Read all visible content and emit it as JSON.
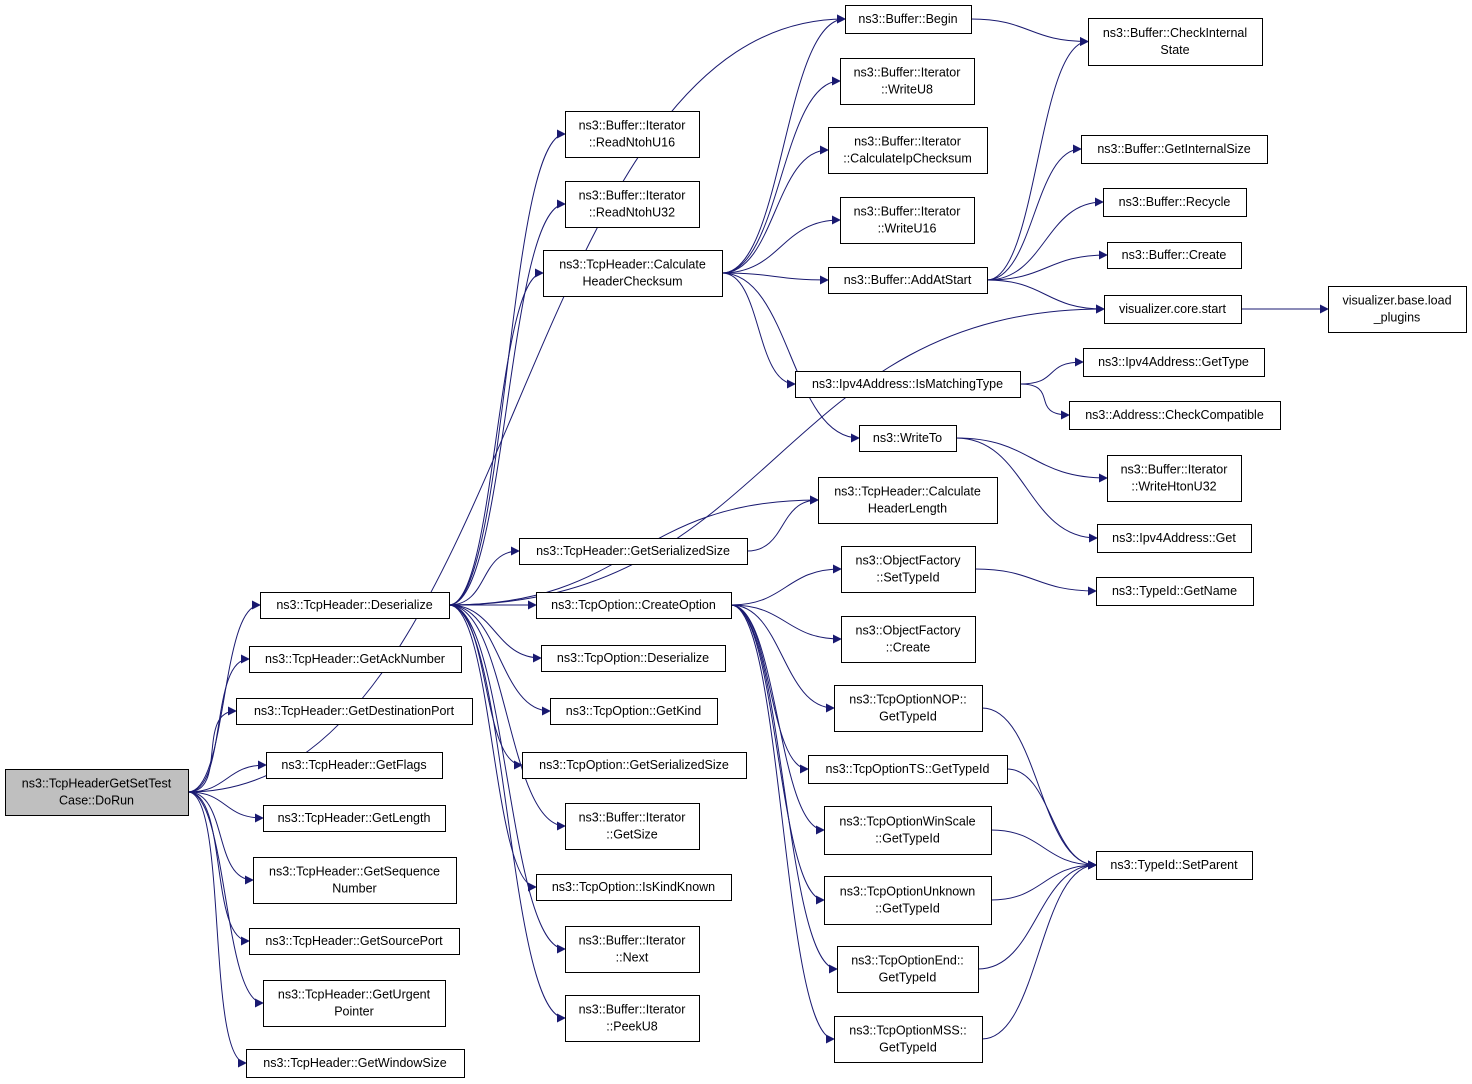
{
  "colors": {
    "edge": "#191970",
    "node_border": "#000000",
    "node_border_truncated": "#ff0000",
    "node_fill_root": "#bfbfbf",
    "node_fill": "#ffffff"
  },
  "nodes": [
    {
      "id": "dorun",
      "lines": [
        "ns3::TcpHeaderGetSetTest",
        "Case::DoRun"
      ],
      "root": true
    },
    {
      "id": "deserialize",
      "lines": [
        "ns3::TcpHeader::Deserialize"
      ]
    },
    {
      "id": "getacknumber",
      "lines": [
        "ns3::TcpHeader::GetAckNumber"
      ]
    },
    {
      "id": "getdestport",
      "lines": [
        "ns3::TcpHeader::GetDestinationPort"
      ]
    },
    {
      "id": "getflags",
      "lines": [
        "ns3::TcpHeader::GetFlags"
      ]
    },
    {
      "id": "getlength",
      "lines": [
        "ns3::TcpHeader::GetLength"
      ]
    },
    {
      "id": "getseqnum",
      "lines": [
        "ns3::TcpHeader::GetSequence",
        "Number"
      ]
    },
    {
      "id": "getsrcport",
      "lines": [
        "ns3::TcpHeader::GetSourcePort"
      ]
    },
    {
      "id": "geturgent",
      "lines": [
        "ns3::TcpHeader::GetUrgent",
        "Pointer"
      ]
    },
    {
      "id": "getwindowsize",
      "lines": [
        "ns3::TcpHeader::GetWindowSize"
      ]
    },
    {
      "id": "readntohu16",
      "lines": [
        "ns3::Buffer::Iterator",
        "::ReadNtohU16"
      ]
    },
    {
      "id": "readntohu32",
      "lines": [
        "ns3::Buffer::Iterator",
        "::ReadNtohU32"
      ]
    },
    {
      "id": "calchdrchecksum",
      "lines": [
        "ns3::TcpHeader::Calculate",
        "HeaderChecksum"
      ]
    },
    {
      "id": "getserializedsize",
      "lines": [
        "ns3::TcpHeader::GetSerializedSize"
      ]
    },
    {
      "id": "createoption",
      "lines": [
        "ns3::TcpOption::CreateOption"
      ]
    },
    {
      "id": "optdeserialize",
      "lines": [
        "ns3::TcpOption::Deserialize"
      ]
    },
    {
      "id": "optgetkind",
      "lines": [
        "ns3::TcpOption::GetKind"
      ]
    },
    {
      "id": "optgetsersize",
      "lines": [
        "ns3::TcpOption::GetSerializedSize"
      ]
    },
    {
      "id": "itergetsize",
      "lines": [
        "ns3::Buffer::Iterator",
        "::GetSize"
      ]
    },
    {
      "id": "iskindknown",
      "lines": [
        "ns3::TcpOption::IsKindKnown"
      ]
    },
    {
      "id": "iternext",
      "lines": [
        "ns3::Buffer::Iterator",
        "::Next"
      ]
    },
    {
      "id": "iterpeeku8",
      "lines": [
        "ns3::Buffer::Iterator",
        "::PeekU8"
      ]
    },
    {
      "id": "bufbegin",
      "lines": [
        "ns3::Buffer::Begin"
      ]
    },
    {
      "id": "writeu8",
      "lines": [
        "ns3::Buffer::Iterator",
        "::WriteU8"
      ]
    },
    {
      "id": "calcipchecksum",
      "lines": [
        "ns3::Buffer::Iterator",
        "::CalculateIpChecksum"
      ]
    },
    {
      "id": "writeu16",
      "lines": [
        "ns3::Buffer::Iterator",
        "::WriteU16"
      ]
    },
    {
      "id": "addatstart",
      "lines": [
        "ns3::Buffer::AddAtStart"
      ]
    },
    {
      "id": "ismatchingtype",
      "lines": [
        "ns3::Ipv4Address::IsMatchingType"
      ]
    },
    {
      "id": "writeto",
      "lines": [
        "ns3::WriteTo"
      ]
    },
    {
      "id": "calchdrlength",
      "lines": [
        "ns3::TcpHeader::Calculate",
        "HeaderLength"
      ]
    },
    {
      "id": "ofsettypeid",
      "lines": [
        "ns3::ObjectFactory",
        "::SetTypeId"
      ]
    },
    {
      "id": "ofcreate",
      "lines": [
        "ns3::ObjectFactory",
        "::Create"
      ],
      "truncated": true
    },
    {
      "id": "nopgettypeid",
      "lines": [
        "ns3::TcpOptionNOP::",
        "GetTypeId"
      ]
    },
    {
      "id": "tsgettypeid",
      "lines": [
        "ns3::TcpOptionTS::GetTypeId"
      ]
    },
    {
      "id": "winscalegettypeid",
      "lines": [
        "ns3::TcpOptionWinScale",
        "::GetTypeId"
      ]
    },
    {
      "id": "unknowngettypeid",
      "lines": [
        "ns3::TcpOptionUnknown",
        "::GetTypeId"
      ]
    },
    {
      "id": "endgettypeid",
      "lines": [
        "ns3::TcpOptionEnd::",
        "GetTypeId"
      ]
    },
    {
      "id": "mssgettypeid",
      "lines": [
        "ns3::TcpOptionMSS::",
        "GetTypeId"
      ]
    },
    {
      "id": "checkinternalstate",
      "lines": [
        "ns3::Buffer::CheckInternal",
        "State"
      ]
    },
    {
      "id": "getinternalsize",
      "lines": [
        "ns3::Buffer::GetInternalSize"
      ]
    },
    {
      "id": "recycle",
      "lines": [
        "ns3::Buffer::Recycle"
      ],
      "truncated": true
    },
    {
      "id": "bufcreate",
      "lines": [
        "ns3::Buffer::Create"
      ],
      "truncated": true
    },
    {
      "id": "vizcorestart",
      "lines": [
        "visualizer.core.start"
      ]
    },
    {
      "id": "vizloadplugins",
      "lines": [
        "visualizer.base.load",
        "_plugins"
      ],
      "truncated": true
    },
    {
      "id": "ipv4gettype",
      "lines": [
        "ns3::Ipv4Address::GetType"
      ],
      "truncated": true
    },
    {
      "id": "checkcompatible",
      "lines": [
        "ns3::Address::CheckCompatible"
      ]
    },
    {
      "id": "writehtonu32",
      "lines": [
        "ns3::Buffer::Iterator",
        "::WriteHtonU32"
      ]
    },
    {
      "id": "ipv4get",
      "lines": [
        "ns3::Ipv4Address::Get"
      ]
    },
    {
      "id": "typeidgetname",
      "lines": [
        "ns3::TypeId::GetName"
      ],
      "truncated": true
    },
    {
      "id": "typeidsetparent",
      "lines": [
        "ns3::TypeId::SetParent"
      ],
      "truncated": true
    }
  ],
  "edges": [
    [
      "dorun",
      "bufbegin"
    ],
    [
      "dorun",
      "deserialize"
    ],
    [
      "dorun",
      "getacknumber"
    ],
    [
      "dorun",
      "getdestport"
    ],
    [
      "dorun",
      "getflags"
    ],
    [
      "dorun",
      "getlength"
    ],
    [
      "dorun",
      "getseqnum"
    ],
    [
      "dorun",
      "getsrcport"
    ],
    [
      "dorun",
      "geturgent"
    ],
    [
      "dorun",
      "getwindowsize"
    ],
    [
      "deserialize",
      "readntohu16"
    ],
    [
      "deserialize",
      "readntohu32"
    ],
    [
      "deserialize",
      "calchdrchecksum"
    ],
    [
      "deserialize",
      "getserializedsize"
    ],
    [
      "deserialize",
      "createoption"
    ],
    [
      "deserialize",
      "optdeserialize"
    ],
    [
      "deserialize",
      "optgetkind"
    ],
    [
      "deserialize",
      "optgetsersize"
    ],
    [
      "deserialize",
      "itergetsize"
    ],
    [
      "deserialize",
      "iskindknown"
    ],
    [
      "deserialize",
      "iternext"
    ],
    [
      "deserialize",
      "iterpeeku8"
    ],
    [
      "deserialize",
      "calchdrlength"
    ],
    [
      "deserialize",
      "vizcorestart"
    ],
    [
      "calchdrchecksum",
      "bufbegin"
    ],
    [
      "calchdrchecksum",
      "writeu8"
    ],
    [
      "calchdrchecksum",
      "calcipchecksum"
    ],
    [
      "calchdrchecksum",
      "writeu16"
    ],
    [
      "calchdrchecksum",
      "addatstart"
    ],
    [
      "calchdrchecksum",
      "ismatchingtype"
    ],
    [
      "calchdrchecksum",
      "writeto"
    ],
    [
      "getserializedsize",
      "calchdrlength"
    ],
    [
      "createoption",
      "ofsettypeid"
    ],
    [
      "createoption",
      "ofcreate"
    ],
    [
      "createoption",
      "nopgettypeid"
    ],
    [
      "createoption",
      "tsgettypeid"
    ],
    [
      "createoption",
      "winscalegettypeid"
    ],
    [
      "createoption",
      "unknowngettypeid"
    ],
    [
      "createoption",
      "endgettypeid"
    ],
    [
      "createoption",
      "mssgettypeid"
    ],
    [
      "bufbegin",
      "checkinternalstate"
    ],
    [
      "addatstart",
      "checkinternalstate"
    ],
    [
      "addatstart",
      "getinternalsize"
    ],
    [
      "addatstart",
      "recycle"
    ],
    [
      "addatstart",
      "bufcreate"
    ],
    [
      "addatstart",
      "vizcorestart"
    ],
    [
      "vizcorestart",
      "vizloadplugins"
    ],
    [
      "ismatchingtype",
      "ipv4gettype"
    ],
    [
      "ismatchingtype",
      "checkcompatible"
    ],
    [
      "writeto",
      "writehtonu32"
    ],
    [
      "writeto",
      "ipv4get"
    ],
    [
      "ofsettypeid",
      "typeidgetname"
    ],
    [
      "nopgettypeid",
      "typeidsetparent"
    ],
    [
      "tsgettypeid",
      "typeidsetparent"
    ],
    [
      "winscalegettypeid",
      "typeidsetparent"
    ],
    [
      "unknowngettypeid",
      "typeidsetparent"
    ],
    [
      "endgettypeid",
      "typeidsetparent"
    ],
    [
      "mssgettypeid",
      "typeidsetparent"
    ]
  ]
}
